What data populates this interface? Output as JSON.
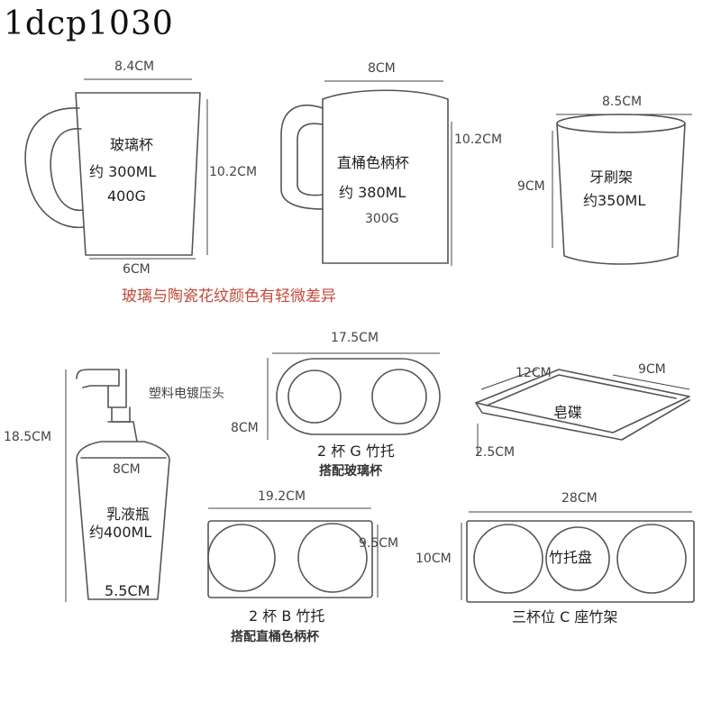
{
  "product_code": "1dcp1030",
  "notice": "玻璃与陶瓷花纹颜色有轻微差异",
  "glass_cup": {
    "width_top": "8.4CM",
    "height": "10.2CM",
    "width_bottom": "6CM",
    "name": "玻璃杯",
    "capacity": "约 300ML",
    "weight": "400G"
  },
  "straight_mug": {
    "width": "8CM",
    "height": "10.2CM",
    "name": "直桶色柄杯",
    "capacity": "约 380ML",
    "weight": "300G"
  },
  "toothbrush_holder": {
    "width": "8.5CM",
    "height": "9CM",
    "name": "牙刷架",
    "capacity": "约350ML"
  },
  "lotion_bottle": {
    "height": "18.5CM",
    "pump_label": "塑料电镀压头",
    "width": "8CM",
    "name": "乳液瓶",
    "capacity": "约400ML",
    "base_width": "5.5CM"
  },
  "holder_g": {
    "width": "17.5CM",
    "height": "8CM",
    "name": "2 杯 G 竹托",
    "pairing": "搭配玻璃杯"
  },
  "soap_dish": {
    "length": "12CM",
    "width": "9CM",
    "height": "2.5CM",
    "name": "皂碟"
  },
  "holder_b": {
    "width": "19.2CM",
    "height": "9.5CM",
    "name": "2 杯 B 竹托",
    "pairing": "搭配直桶色柄杯"
  },
  "tray_c": {
    "width": "28CM",
    "height": "10CM",
    "center_label": "竹托盘",
    "name": "三杯位 C 座竹架"
  }
}
